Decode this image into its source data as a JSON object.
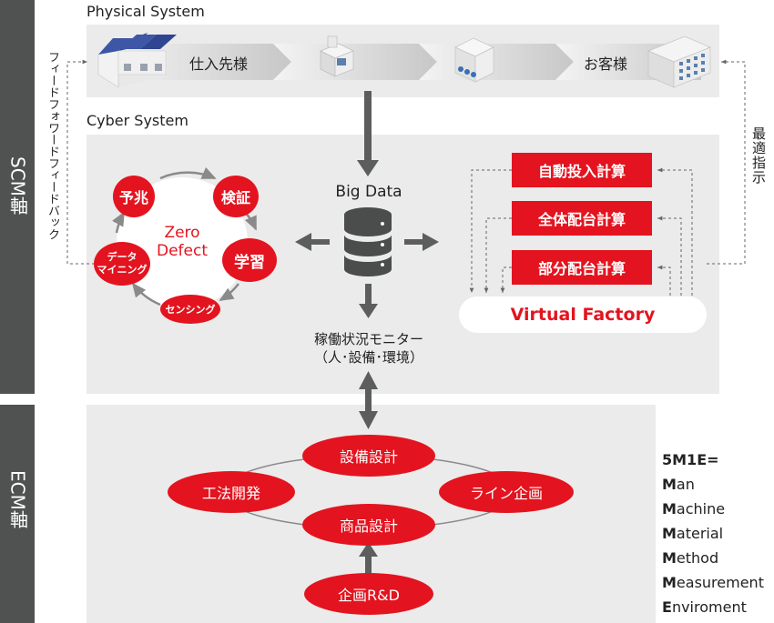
{
  "axes": {
    "scm": "SCM軸",
    "ecm": "ECM軸"
  },
  "physical": {
    "title": "Physical System",
    "supplier": "仕入先様",
    "customer": "お客様"
  },
  "cyber": {
    "title": "Cyber System",
    "big_data": "Big Data",
    "monitor_line1": "稼働状況モニター",
    "monitor_line2": "（人･設備･環境）",
    "zero_line1": "Zero",
    "zero_line2": "Defect",
    "cycle": {
      "predict": "予兆",
      "verify": "検証",
      "learn": "学習",
      "sensing": "センシング",
      "mining_line1": "データ",
      "mining_line2": "マイニング"
    },
    "calc": {
      "auto": "自動投入計算",
      "whole": "全体配台計算",
      "part": "部分配台計算"
    },
    "virtual_factory": "Virtual Factory"
  },
  "side_labels": {
    "feedback": "フィードフォワードフィードバック",
    "optimal": "最適指示"
  },
  "ecm": {
    "equipment": "設備設計",
    "method": "工法開発",
    "line": "ライン企画",
    "product": "商品設計",
    "planning": "企画R&D"
  },
  "legend": {
    "title": "5M1E=",
    "items": [
      {
        "initial": "M",
        "rest": "an"
      },
      {
        "initial": "M",
        "rest": "achine"
      },
      {
        "initial": "M",
        "rest": "aterial"
      },
      {
        "initial": "M",
        "rest": "ethod"
      },
      {
        "initial": "M",
        "rest": "easurement"
      },
      {
        "initial": "E",
        "rest": "nviroment"
      }
    ]
  },
  "colors": {
    "accent": "#e3141f",
    "axis": "#4f5250",
    "panel": "#ebebeb",
    "arrow": "#5b5e5d"
  }
}
